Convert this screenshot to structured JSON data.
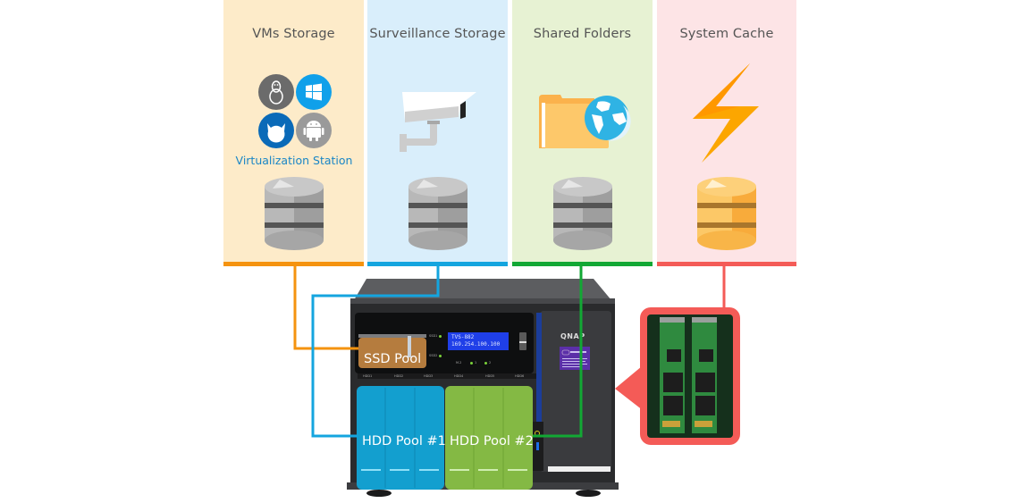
{
  "panels": [
    {
      "id": "vms",
      "title": "VMs Storage",
      "bg": "#fdebc9",
      "accent": "#f5930f",
      "db_color": "gray"
    },
    {
      "id": "surveillance",
      "title": "Surveillance Storage",
      "bg": "#d9eefb",
      "accent": "#14a5df",
      "db_color": "gray"
    },
    {
      "id": "shared",
      "title": "Shared Folders",
      "bg": "#e7f2d3",
      "accent": "#12a834",
      "db_color": "gray"
    },
    {
      "id": "cache",
      "title": "System Cache",
      "bg": "#fde4e6",
      "accent": "#f45b57",
      "db_color": "gold"
    }
  ],
  "vms_panel": {
    "os_icons": [
      "linux-tux-icon",
      "windows-icon",
      "freebsd-icon",
      "android-icon"
    ],
    "app_label": "Virtualization Station"
  },
  "icons": {
    "surveillance": "security-camera-icon",
    "shared": "folder-globe-icon",
    "cache": "lightning-bolt-icon",
    "database": "database-icon"
  },
  "nas": {
    "brand": "QNAP",
    "lcd_line1": "TVS-882",
    "lcd_line2": "169.254.100.100",
    "ssd_slot_labels": [
      "SSD1",
      "SSD2"
    ],
    "bay_labels": [
      "HDD1",
      "HDD2",
      "HDD3",
      "HDD4",
      "HDD5",
      "HDD6"
    ],
    "status_labels": [
      "M.2",
      "1",
      "2"
    ],
    "pools": {
      "ssd": {
        "label": "SSD Pool",
        "color": "#b57c3e"
      },
      "hdd1": {
        "label": "HDD Pool #1",
        "color": "#139fcf"
      },
      "hdd2": {
        "label": "HDD Pool #2",
        "color": "#84b944"
      }
    }
  },
  "cache_module": {
    "description": "M.2 SSD modules",
    "border_color": "#f45b57"
  }
}
